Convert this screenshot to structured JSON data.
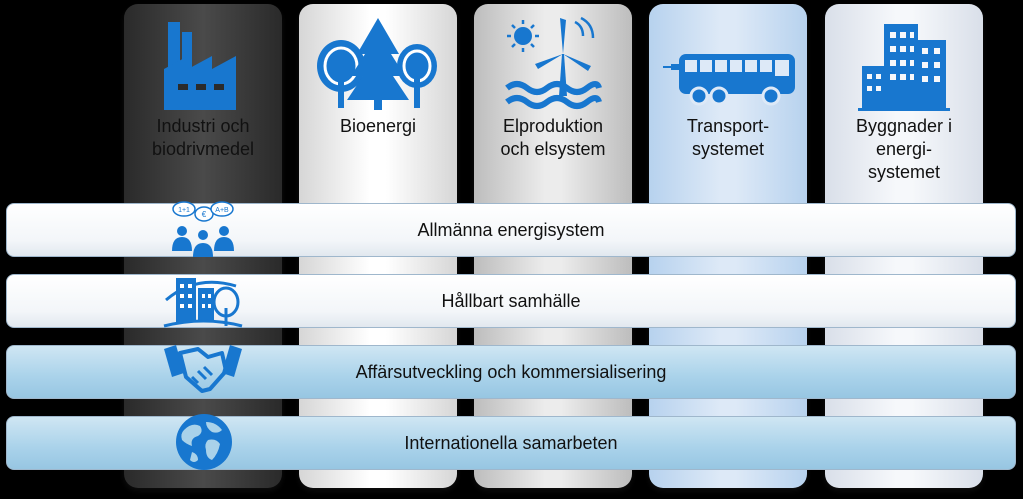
{
  "colors": {
    "icon_blue": "#1877cf",
    "column_dark": "#3a3a3a",
    "column_light_blue": "#dde9f7",
    "band_blue": "#a9d2ea"
  },
  "columns": [
    {
      "title": "Industri och\nbiodrivmedel",
      "icon": "factory-icon"
    },
    {
      "title": "Bioenergi",
      "icon": "trees-icon"
    },
    {
      "title": "Elproduktion\noch elsystem",
      "icon": "wind-turbine-sun-waves-icon"
    },
    {
      "title": "Transport-\nsystemet",
      "icon": "bus-icon"
    },
    {
      "title": "Byggnader i\nenergi-\nsystemet",
      "icon": "buildings-icon"
    }
  ],
  "bands": [
    {
      "label": "Allmänna energisystem",
      "icon": "people-discussion-icon"
    },
    {
      "label": "Hållbart samhälle",
      "icon": "sustainable-city-icon"
    },
    {
      "label": "Affärsutveckling och kommersialisering",
      "icon": "handshake-icon"
    },
    {
      "label": "Internationella samarbeten",
      "icon": "globe-icon"
    }
  ],
  "people_icon_bubbles": [
    "1+1",
    "€",
    "A+B"
  ]
}
